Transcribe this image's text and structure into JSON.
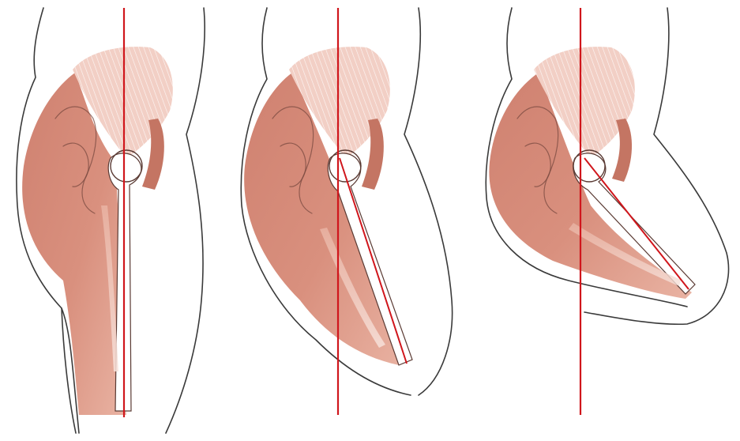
{
  "figure": {
    "panels": [
      {
        "id": "panel-1",
        "hip_flexion_degrees": 0
      },
      {
        "id": "panel-2",
        "hip_flexion_degrees": 20
      },
      {
        "id": "panel-3",
        "hip_flexion_degrees": 45
      }
    ],
    "colors": {
      "muscle": "#d9907e",
      "muscle_dark": "#c47563",
      "muscle_light": "#f1cbbf",
      "pelvis_fan": "#f2cfc5",
      "bone": "#ffffff",
      "reference_line": "#d0161c",
      "outline": "#3a3a3a"
    }
  }
}
